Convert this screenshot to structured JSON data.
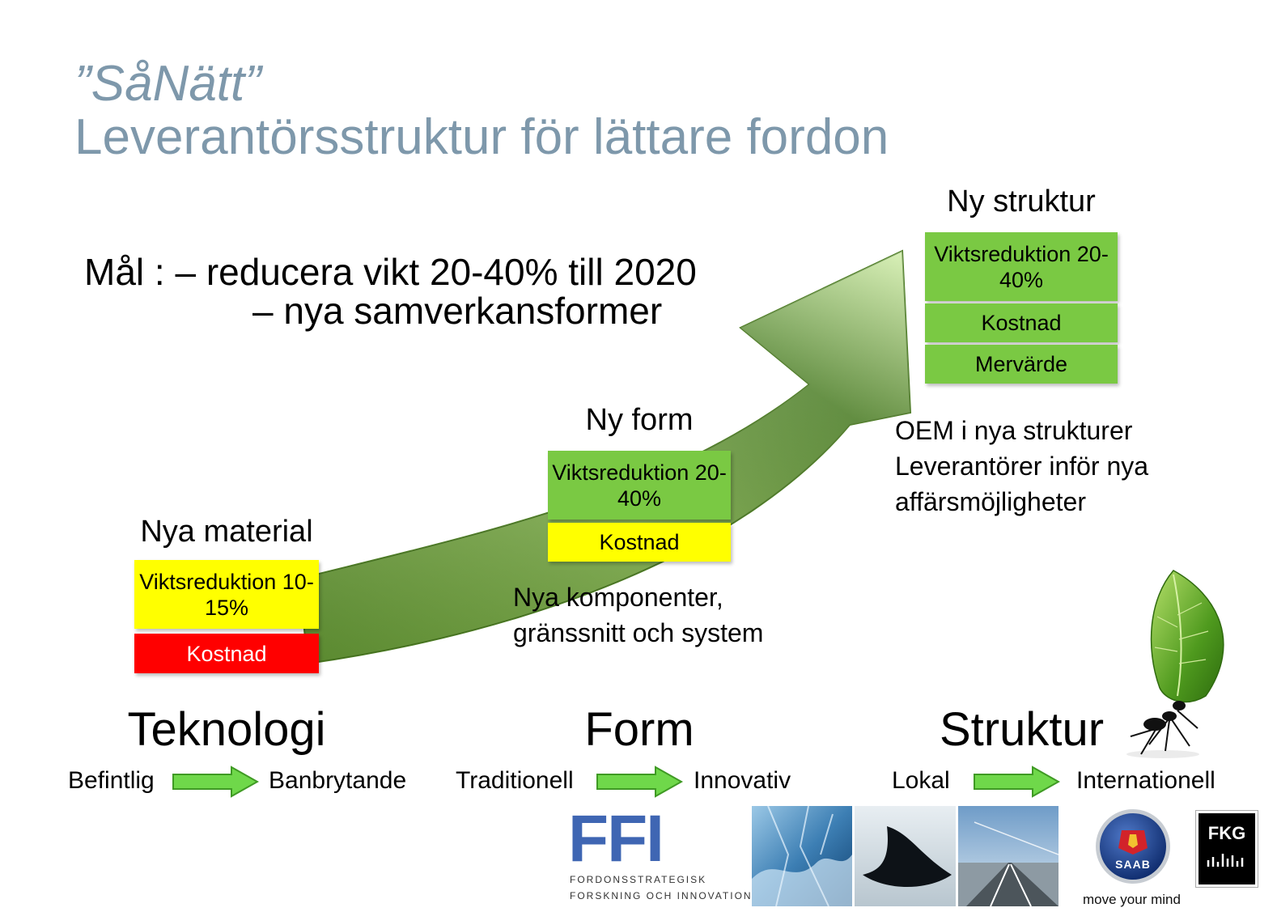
{
  "title": {
    "line1": "”SåNätt”",
    "line2": "Leverantörsstruktur för lättare fordon"
  },
  "goal": {
    "line1": "Mål :  – reducera vikt 20-40% till 2020",
    "line2": "– nya samverkansformer"
  },
  "stages": {
    "material": {
      "heading": "Nya material",
      "box1": "Viktsreduktion 10-15%",
      "box2": "Kostnad"
    },
    "form": {
      "heading": "Ny form",
      "box1": "Viktsreduktion 20-40%",
      "box2": "Kostnad",
      "note": [
        "Nya komponenter,",
        "gränssnitt och system"
      ]
    },
    "structure": {
      "heading": "Ny struktur",
      "box1": "Viktsreduktion 20-40%",
      "box2": "Kostnad",
      "box3": "Mervärde",
      "note": [
        "OEM i nya strukturer",
        "Leverantörer inför nya",
        "affärsmöjligheter"
      ]
    }
  },
  "categories": [
    {
      "name": "Teknologi",
      "from": "Befintlig",
      "to": "Banbrytande"
    },
    {
      "name": "Form",
      "from": "Traditionell",
      "to": "Innovativ"
    },
    {
      "name": "Struktur",
      "from": "Lokal",
      "to": "Internationell"
    }
  ],
  "logos": {
    "ffi": {
      "mark": "FFI",
      "sub1": "Fordonsstrategisk",
      "sub2": "Forskning och Innovation"
    },
    "saab": {
      "mark": "SAAB",
      "tagline": "move your mind"
    },
    "fkg": {
      "mark": "FKG"
    }
  },
  "colors": {
    "title": "#7e98ab",
    "green": "#7ac943",
    "yellow": "#ffff00",
    "red": "#ff0000"
  }
}
